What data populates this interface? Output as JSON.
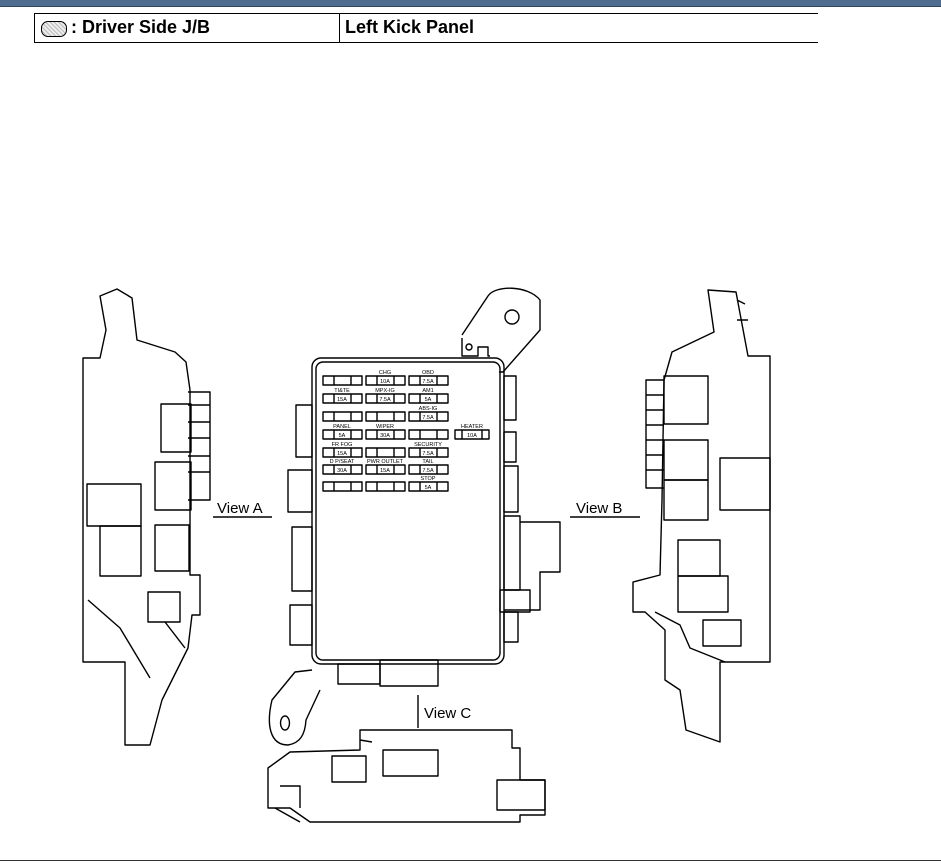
{
  "header": {
    "location_label": ": Driver Side J/B",
    "location_value": "Left Kick Panel",
    "location_icon": "junction-block-icon"
  },
  "views": {
    "a": "View A",
    "b": "View B",
    "c": "View C"
  },
  "fuses": [
    {
      "name": "",
      "rating": ""
    },
    {
      "name": "CHG",
      "rating": "10A"
    },
    {
      "name": "OBD",
      "rating": "7.5A"
    },
    {
      "name": "TI&TE",
      "rating": "15A"
    },
    {
      "name": "MPX-IG",
      "rating": "7.5A"
    },
    {
      "name": "AM1",
      "rating": "5A"
    },
    {
      "name": "",
      "rating": ""
    },
    {
      "name": "",
      "rating": ""
    },
    {
      "name": "ABS-IG",
      "rating": "7.5A"
    },
    {
      "name": "PANEL",
      "rating": "5A"
    },
    {
      "name": "WIPER",
      "rating": "30A"
    },
    {
      "name": "",
      "rating": ""
    },
    {
      "name": "FR FOG",
      "rating": "15A"
    },
    {
      "name": "",
      "rating": ""
    },
    {
      "name": "SECURITY",
      "rating": "7.5A"
    },
    {
      "name": "D P/SEAT",
      "rating": "30A"
    },
    {
      "name": "PWR OUTLET",
      "rating": "15A"
    },
    {
      "name": "TAIL",
      "rating": "7.5A"
    },
    {
      "name": "",
      "rating": ""
    },
    {
      "name": "",
      "rating": ""
    },
    {
      "name": "STOP",
      "rating": "5A"
    },
    {
      "name": "HEATER",
      "rating": "10A"
    }
  ]
}
